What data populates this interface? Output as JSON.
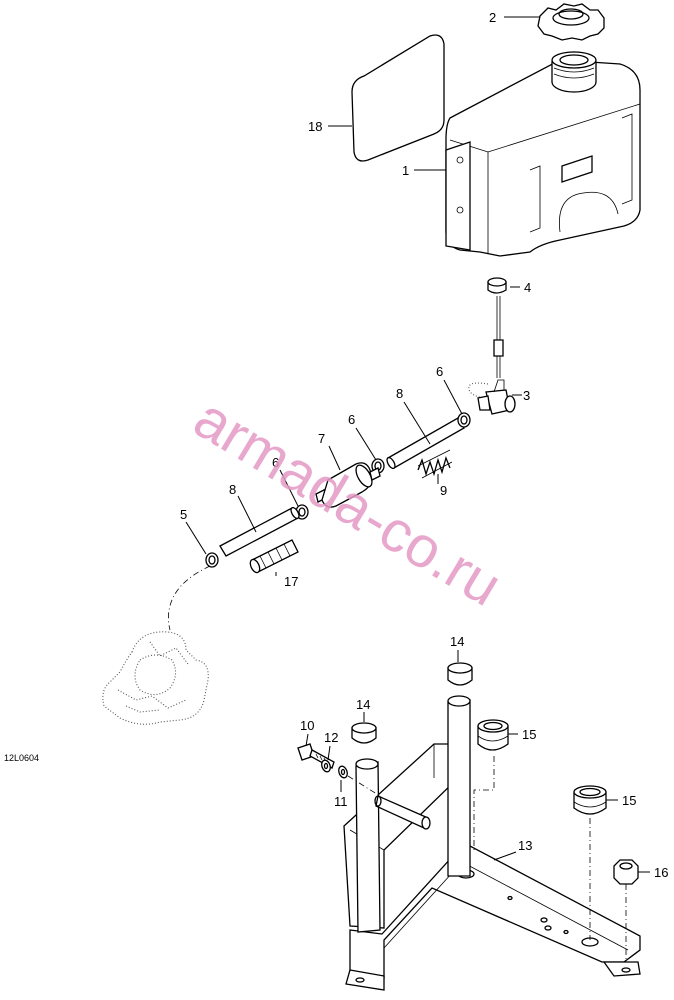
{
  "drawing_code": "12L0604",
  "watermark": "armada-co.ru",
  "callouts": [
    "1",
    "2",
    "3",
    "4",
    "5",
    "6",
    "6",
    "6",
    "7",
    "8",
    "8",
    "9",
    "10",
    "11",
    "12",
    "13",
    "14",
    "14",
    "15",
    "15",
    "16",
    "17",
    "18"
  ]
}
